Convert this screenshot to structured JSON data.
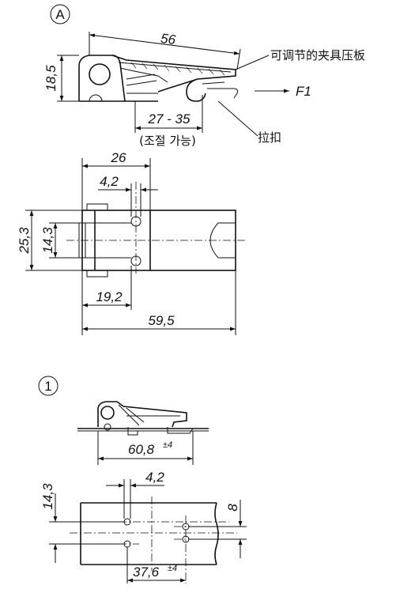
{
  "view_a": {
    "marker": "A",
    "dim_width": "56",
    "dim_height": "18,5",
    "label_plate": "可调节的夹具压板",
    "force_label": "F1",
    "dim_adjust": "27 - 35",
    "adjust_note": "(조절 가능)",
    "label_pull": "拉扣"
  },
  "top_view": {
    "dim_26": "26",
    "dim_4_2": "4,2",
    "dim_25_3": "25,3",
    "dim_14_3": "14,3",
    "dim_19_2": "19,2",
    "dim_59_5": "59,5"
  },
  "view_1": {
    "marker": "1",
    "dim_length": "60,8",
    "tol_length": "±4"
  },
  "bottom_view": {
    "dim_14_3": "14,3",
    "dim_4_2": "4,2",
    "dim_8": "8",
    "dim_37_6": "37,6",
    "tol_37_6": "±4"
  }
}
